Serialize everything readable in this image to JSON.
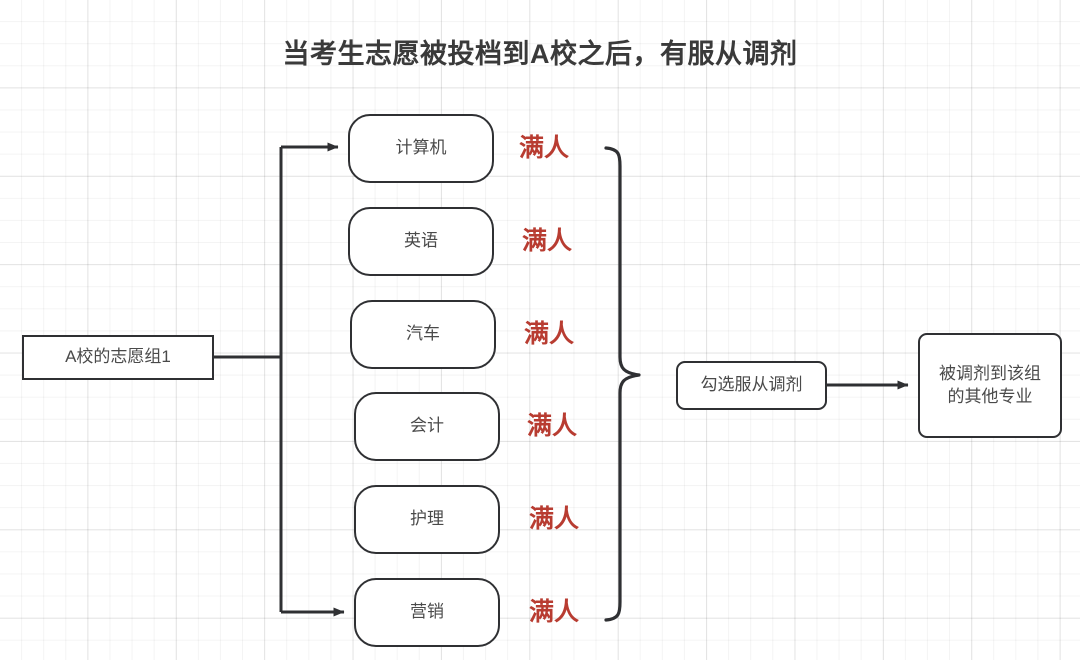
{
  "diagram": {
    "title": "当考生志愿被投档到A校之后，有服从调剂",
    "colors": {
      "stroke": "#2f3033",
      "text": "#4a4a4a",
      "title": "#3a3a3a",
      "accent_red": "#b83c31",
      "background": "#ffffff",
      "grid": "#ebebeb"
    },
    "source_node": {
      "label": "A校的志愿组1",
      "shape": "rectangle"
    },
    "majors": [
      {
        "label": "计算机",
        "status": "满人",
        "shape": "rounded-pill"
      },
      {
        "label": "英语",
        "status": "满人",
        "shape": "rounded-pill"
      },
      {
        "label": "汽车",
        "status": "满人",
        "shape": "rounded-pill"
      },
      {
        "label": "会计",
        "status": "满人",
        "shape": "rounded-pill"
      },
      {
        "label": "护理",
        "status": "满人",
        "shape": "rounded-pill"
      },
      {
        "label": "营销",
        "status": "满人",
        "shape": "rounded-pill"
      }
    ],
    "brace": {
      "direction": "right-pointing",
      "groups_count": 6
    },
    "option_node": {
      "label": "勾选服从调剂",
      "shape": "rounded-rect"
    },
    "result_node": {
      "line1": "被调剂到该组",
      "line2": "的其他专业",
      "shape": "rounded-rect"
    }
  }
}
